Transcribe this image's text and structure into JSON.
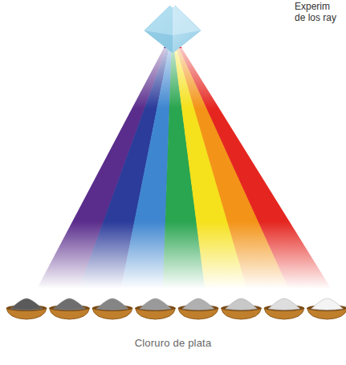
{
  "diagram": {
    "caption": "Cloruro de plata",
    "labels": [
      "Experim",
      "de los ray"
    ]
  }
}
